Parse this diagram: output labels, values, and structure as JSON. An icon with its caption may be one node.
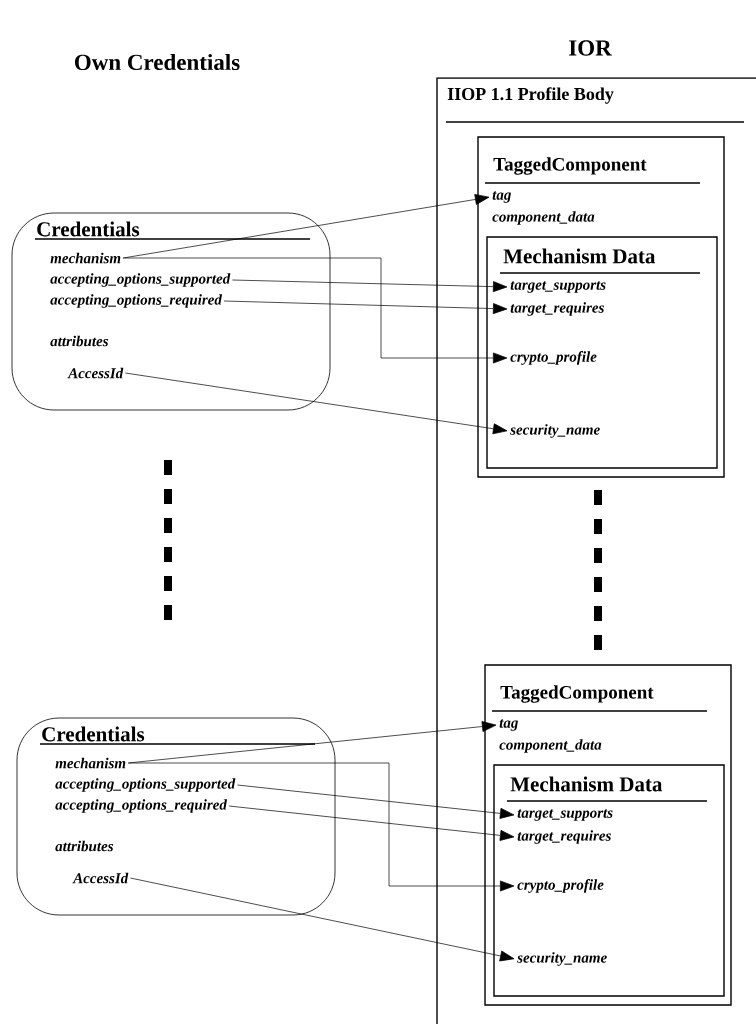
{
  "diagram": {
    "nodes": [
      {
        "text": [
          "IIOP 1.1 Profile Body"
        ]
      },
      {
        "text": [
          "TaggedComponent"
        ],
        "in": 0
      },
      {
        "text": [
          "tag"
        ],
        "in": 1
      },
      {
        "text": [
          "component_data"
        ],
        "in": 1
      },
      {
        "text": [
          "Mechanism Data"
        ],
        "in": 1
      },
      {
        "text": [
          "target_supports"
        ],
        "in": 4
      },
      {
        "text": [
          "target_requires"
        ],
        "in": 4
      },
      {
        "text": [
          "crypto_profile"
        ],
        "in": 4
      },
      {
        "text": [
          "security_name"
        ],
        "in": 4
      },
      {
        "text": [
          "Credentials"
        ]
      },
      {
        "text": [
          "mechanism"
        ],
        "in": 9
      },
      {
        "text": [
          "accepting_options_supported"
        ],
        "in": 9
      },
      {
        "text": [
          "accepting_options_required"
        ],
        "in": 9
      },
      {
        "text": [
          "attributes"
        ],
        "in": 9
      },
      {
        "text": [
          "AccessId"
        ],
        "in": 9
      },
      {
        "text": [
          "TaggedComponent"
        ],
        "in": 0
      },
      {
        "text": [
          "tag"
        ],
        "in": 15
      },
      {
        "text": [
          "component_data"
        ],
        "in": 15
      },
      {
        "text": [
          "Mechanism Data"
        ],
        "in": 15
      },
      {
        "text": [
          "target_supports"
        ],
        "in": 18
      },
      {
        "text": [
          "target_requires"
        ],
        "in": 18
      },
      {
        "text": [
          "crypto_profile"
        ],
        "in": 18
      },
      {
        "text": [
          "security_name"
        ],
        "in": 18
      },
      {
        "text": [
          "Credentials"
        ]
      },
      {
        "text": [
          "mechanism"
        ],
        "in": 23
      },
      {
        "text": [
          "accepting_options_supported"
        ],
        "in": 23
      },
      {
        "text": [
          "accepting_options_required"
        ],
        "in": 23
      },
      {
        "text": [
          "attributes"
        ],
        "in": 23
      },
      {
        "text": [
          "AccessId"
        ],
        "in": 23
      }
    ],
    "edges": [
      {
        "from": 10,
        "to": 2,
        "arrow": "to"
      },
      {
        "from": 10,
        "to": 7,
        "arrow": "to"
      },
      {
        "from": 11,
        "to": 5,
        "arrow": "to"
      },
      {
        "from": 12,
        "to": 6,
        "arrow": "to"
      },
      {
        "from": 14,
        "to": 8,
        "arrow": "to"
      },
      {
        "from": 24,
        "to": 16,
        "arrow": "to"
      },
      {
        "from": 24,
        "to": 21,
        "arrow": "to"
      },
      {
        "from": 25,
        "to": 19,
        "arrow": "to"
      },
      {
        "from": 26,
        "to": 20,
        "arrow": "to"
      },
      {
        "from": 28,
        "to": 22,
        "arrow": "to"
      }
    ],
    "labels": [
      "Own Credentials",
      "IOR"
    ]
  }
}
